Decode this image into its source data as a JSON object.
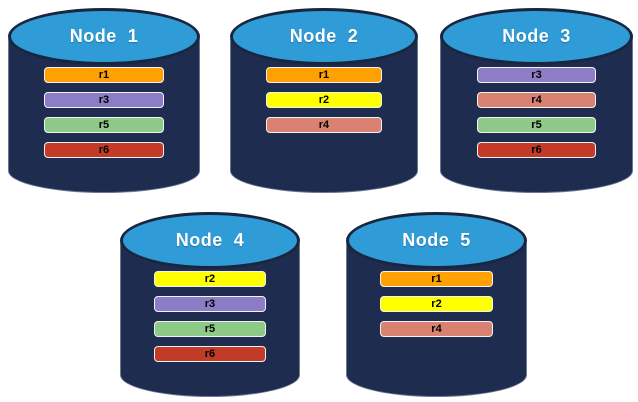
{
  "diagram": {
    "description": "Five database nodes with replica placement",
    "colors": {
      "background": "#FFFFFF",
      "cylinder_body": "#1E2C4F",
      "cylinder_top": "#2F9BD7",
      "cylinder_outline": "#18263F",
      "replica_r1": "#FFA102",
      "replica_r2": "#FFFF00",
      "replica_r3": "#8D7DC7",
      "replica_r4": "#D98272",
      "replica_r5": "#8DC987",
      "replica_r6": "#C23B26"
    },
    "nodes": [
      {
        "label": "Node  1",
        "replicas": [
          {
            "label": "r1",
            "color": "#FFA102"
          },
          {
            "label": "r3",
            "color": "#8D7DC7"
          },
          {
            "label": "r5",
            "color": "#8DC987"
          },
          {
            "label": "r6",
            "color": "#C23B26"
          }
        ]
      },
      {
        "label": "Node  2",
        "replicas": [
          {
            "label": "r1",
            "color": "#FFA102"
          },
          {
            "label": "r2",
            "color": "#FFFF00"
          },
          {
            "label": "r4",
            "color": "#D98272"
          }
        ]
      },
      {
        "label": "Node  3",
        "replicas": [
          {
            "label": "r3",
            "color": "#8D7DC7"
          },
          {
            "label": "r4",
            "color": "#D98272"
          },
          {
            "label": "r5",
            "color": "#8DC987"
          },
          {
            "label": "r6",
            "color": "#C23B26"
          }
        ]
      },
      {
        "label": "Node  4",
        "replicas": [
          {
            "label": "r2",
            "color": "#FFFF00"
          },
          {
            "label": "r3",
            "color": "#8D7DC7"
          },
          {
            "label": "r5",
            "color": "#8DC987"
          },
          {
            "label": "r6",
            "color": "#C23B26"
          }
        ]
      },
      {
        "label": "Node  5",
        "replicas": [
          {
            "label": "r1",
            "color": "#FFA102"
          },
          {
            "label": "r2",
            "color": "#FFFF00"
          },
          {
            "label": "r4",
            "color": "#D98272"
          }
        ]
      }
    ]
  }
}
